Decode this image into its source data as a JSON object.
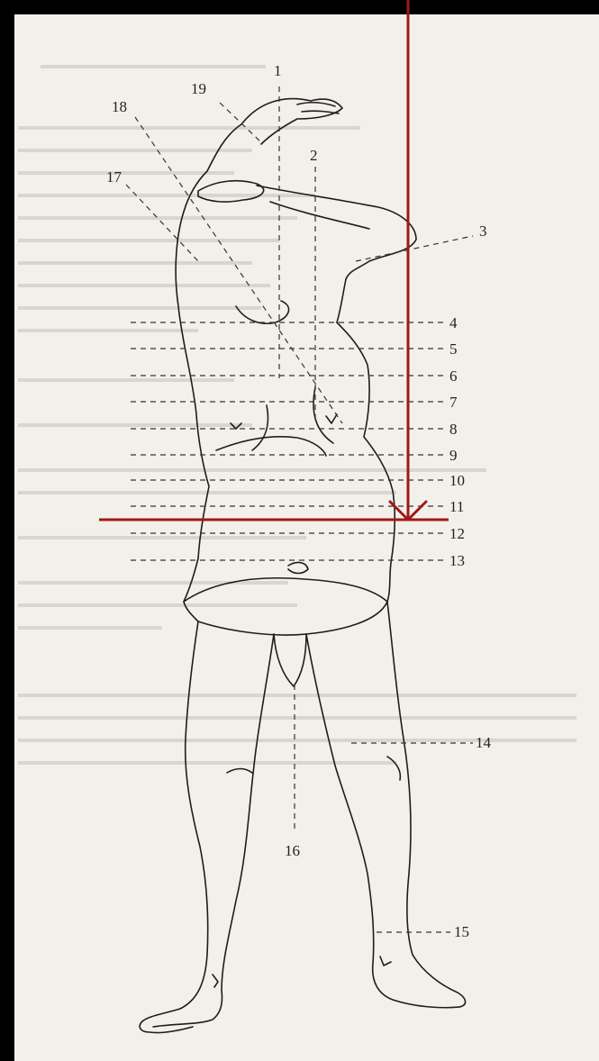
{
  "figure": {
    "labels": [
      "1",
      "2",
      "3",
      "4",
      "5",
      "6",
      "7",
      "8",
      "9",
      "10",
      "11",
      "12",
      "13",
      "14",
      "15",
      "16",
      "17",
      "18",
      "19"
    ]
  },
  "colors": {
    "frame": "#000000",
    "paper": "#f2f0ea",
    "ink": "#1d1d1d",
    "annotation": "#a01818"
  },
  "overlay": {
    "type": "annotation",
    "items": [
      "vertical-arrow",
      "horizontal-line"
    ]
  }
}
